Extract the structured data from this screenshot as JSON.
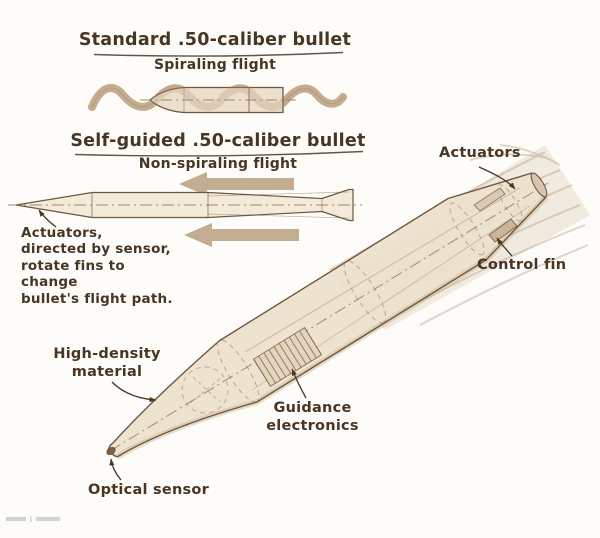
{
  "palette": {
    "ink": "#483624",
    "stroke": "#6e5640",
    "bullet_fill": "#ece0cc",
    "ribbon": "#c3a98a",
    "arrow_fill": "#b49878",
    "shade": "#d3bc9e",
    "background": "#fdfcf9"
  },
  "diagram_standard": {
    "title": "Standard .50-caliber bullet",
    "subtitle": "Spiraling flight"
  },
  "diagram_guided": {
    "title": "Self-guided .50-caliber bullet",
    "subtitle": "Non-spiraling flight",
    "annotation": "Actuators,\ndirected by sensor,\nrotate fins to change\nbullet's flight path."
  },
  "labels": {
    "actuators": "Actuators",
    "control_fin": "Control fin",
    "high_density": "High-density\nmaterial",
    "guidance": "Guidance\nelectronics",
    "optical_sensor": "Optical sensor"
  }
}
